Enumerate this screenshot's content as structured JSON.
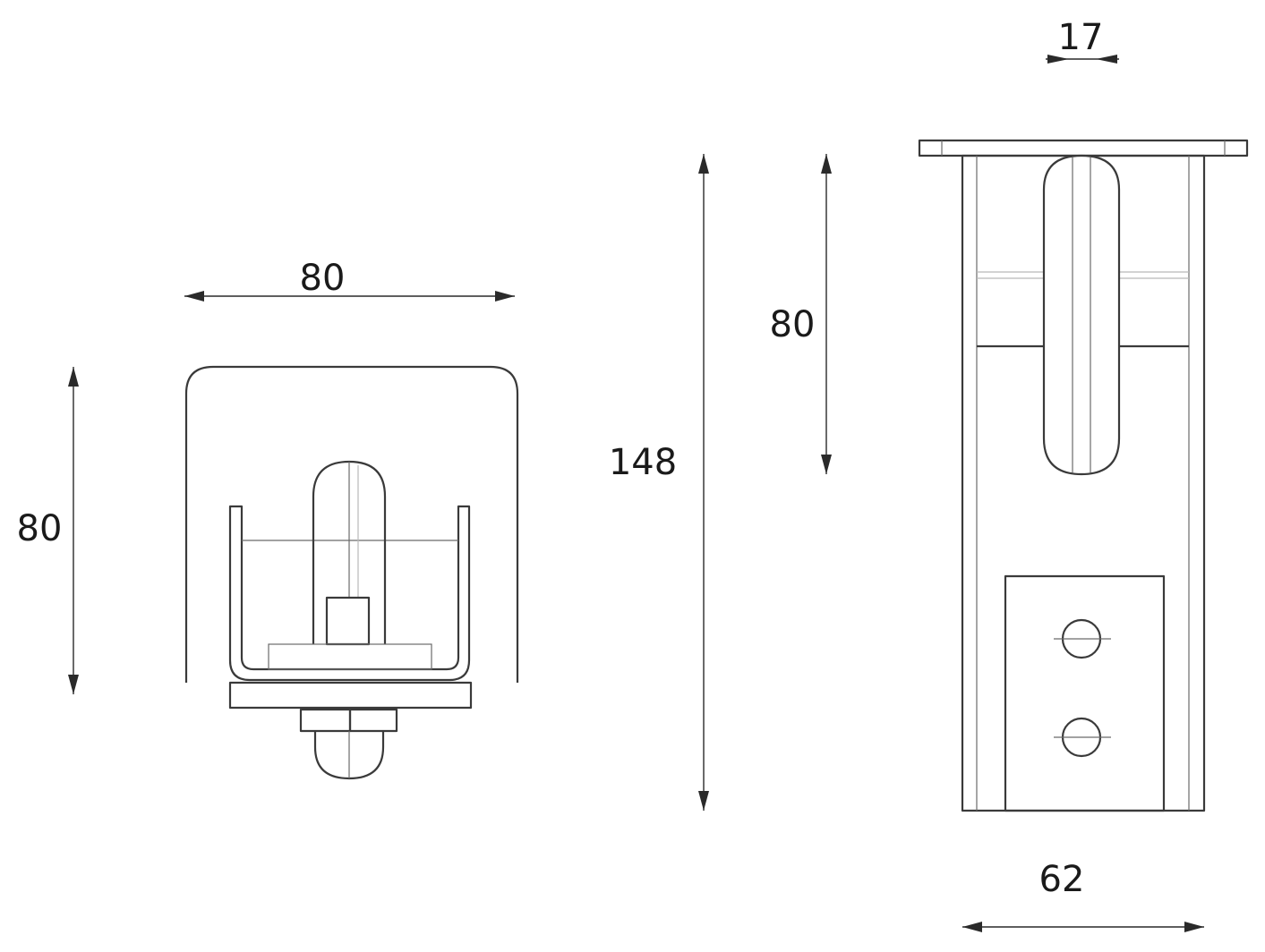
{
  "dimensions": {
    "front_width": "80",
    "front_height": "80",
    "total_height": "148",
    "roller_height": "80",
    "wheel_width": "17",
    "body_width": "62"
  }
}
